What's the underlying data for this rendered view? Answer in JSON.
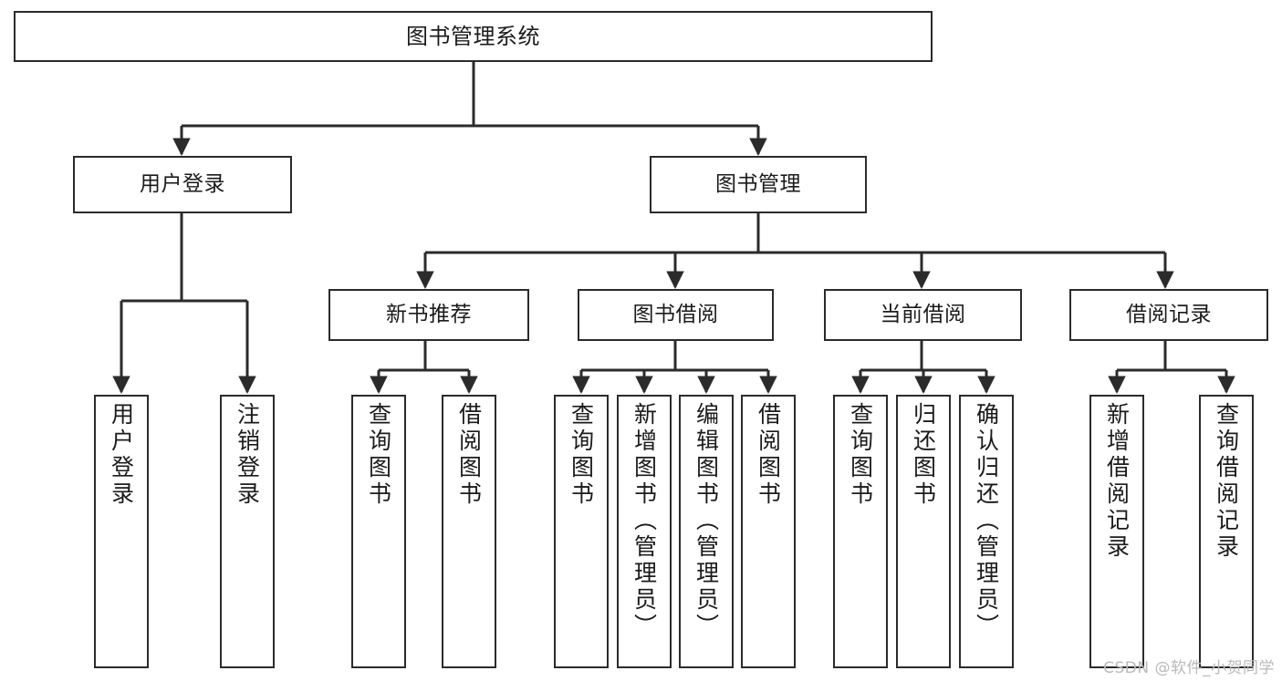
{
  "diagram": {
    "title": "图书管理系统",
    "type": "functional-structure-tree",
    "background_color": "#ffffff",
    "line_color": "#2b2b2b",
    "text_color": "#1b1b1b"
  },
  "nodes": {
    "root": {
      "label": "图书管理系统"
    },
    "level2": [
      {
        "label": "用户登录"
      },
      {
        "label": "图书管理"
      }
    ],
    "level3": [
      {
        "label": "新书推荐"
      },
      {
        "label": "图书借阅"
      },
      {
        "label": "当前借阅"
      },
      {
        "label": "借阅记录"
      }
    ],
    "leaves": {
      "user_login": [
        {
          "label": "用户登录"
        },
        {
          "label": "注销登录"
        }
      ],
      "new_book_recommend": [
        {
          "label": "查询图书"
        },
        {
          "label": "借阅图书"
        }
      ],
      "book_borrow": [
        {
          "label": "查询图书"
        },
        {
          "label": "新增图书（管理员）"
        },
        {
          "label": "编辑图书（管理员）"
        },
        {
          "label": "借阅图书"
        }
      ],
      "current_borrow": [
        {
          "label": "查询图书"
        },
        {
          "label": "归还图书"
        },
        {
          "label": "确认归还（管理员）"
        }
      ],
      "borrow_record": [
        {
          "label": "新增借阅记录"
        },
        {
          "label": "查询借阅记录"
        }
      ]
    }
  },
  "watermark": {
    "text": "CSDN @软件_小贺同学"
  }
}
